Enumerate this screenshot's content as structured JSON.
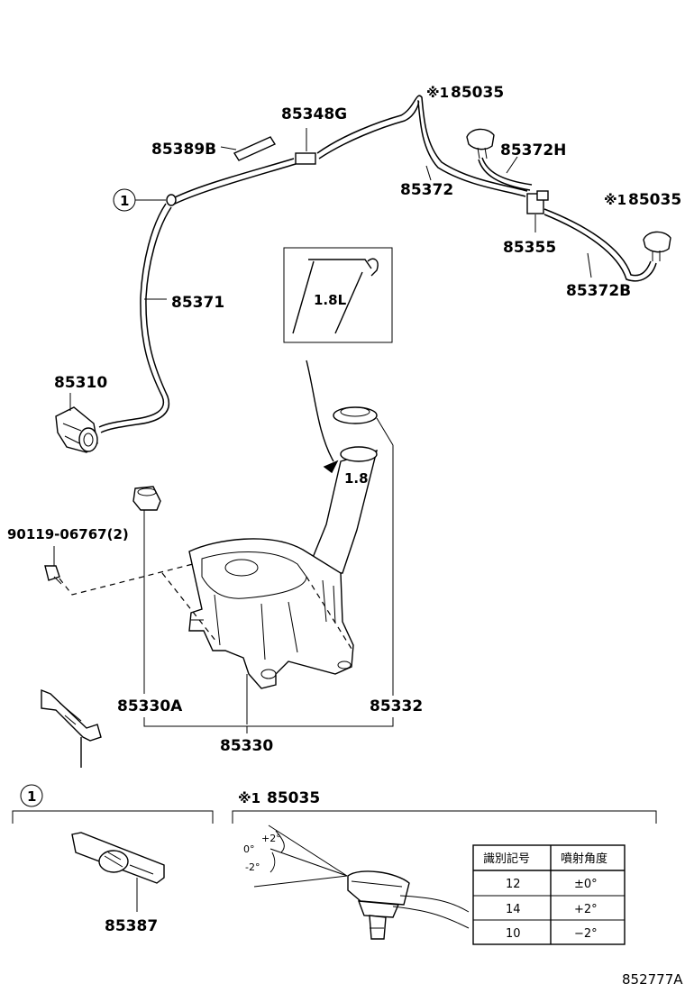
{
  "labels": {
    "p85348g": "85348G",
    "p85389b": "85389B",
    "p85035_top_mark": "※1",
    "p85035_top": "85035",
    "p85372h": "85372H",
    "p85372": "85372",
    "p85035_right_mark": "※1",
    "p85035_right": "85035",
    "p85355": "85355",
    "p85372b": "85372B",
    "p85371": "85371",
    "p85310": "85310",
    "p90119": "90119-06767(2)",
    "p85330a": "85330A",
    "p85332": "85332",
    "p85330": "85330",
    "p85387": "85387",
    "ref1_top": "1",
    "ref1_detail": "1",
    "detail_mark": "※1",
    "detail_85035": "85035",
    "inset_volume": "1.8L",
    "neck_volume": "1.8",
    "diagram_id": "852777A"
  },
  "spray_angles": {
    "plus": "+2°",
    "zero": "0°",
    "minus": "-2°"
  },
  "nozzle_table": {
    "headers": [
      "識別記号",
      "噴射角度"
    ],
    "rows": [
      [
        "12",
        "±0°"
      ],
      [
        "14",
        "+2°"
      ],
      [
        "10",
        "−2°"
      ]
    ]
  }
}
